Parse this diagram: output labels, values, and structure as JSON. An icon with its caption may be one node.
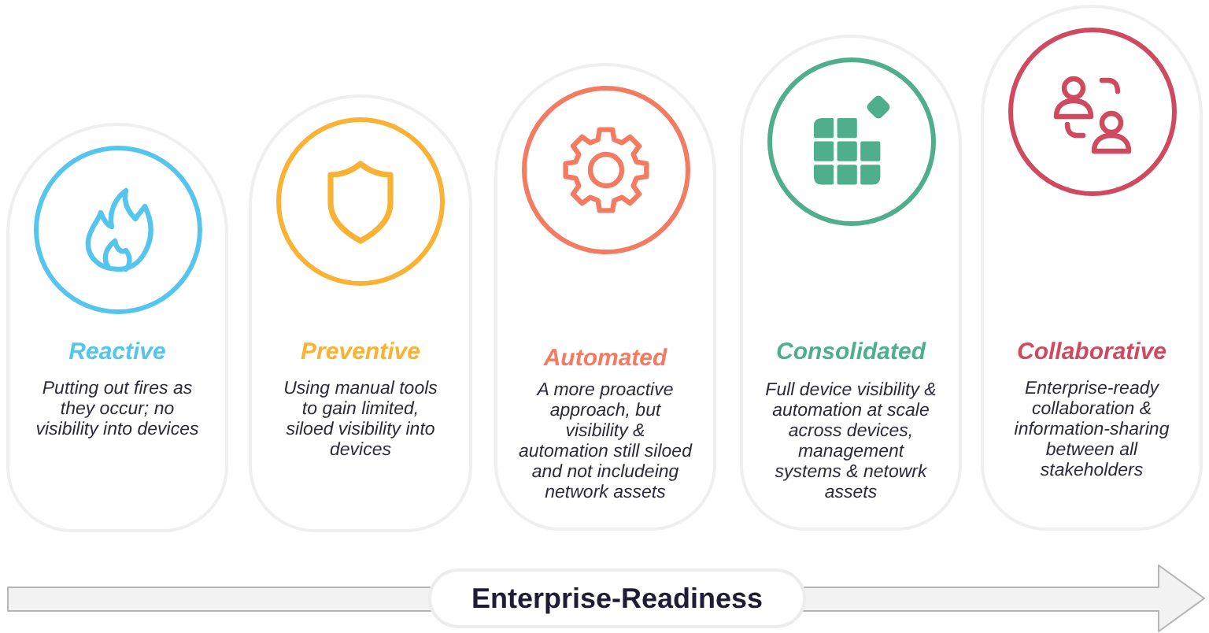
{
  "diagram": {
    "nodes": [
      {
        "text": [
          "Reactive",
          "Putting out fires as they occur; no visibility into devices"
        ]
      },
      {
        "text": [
          "Preventive",
          "Using manual tools to gain limited, siloed visibility into devices"
        ]
      },
      {
        "text": [
          "Automated",
          "A more proactive approach, but visibility & automation still siloed and not includeing network assets"
        ]
      },
      {
        "text": [
          "Consolidated",
          "Full device visibility & automation at scale across devices, management systems & netowrk assets"
        ]
      },
      {
        "text": [
          "Collaborative",
          "Enterprise-ready collaboration & information-sharing between all stakeholders"
        ]
      },
      {
        "text": [
          "Enterprise-Readiness"
        ]
      }
    ]
  }
}
